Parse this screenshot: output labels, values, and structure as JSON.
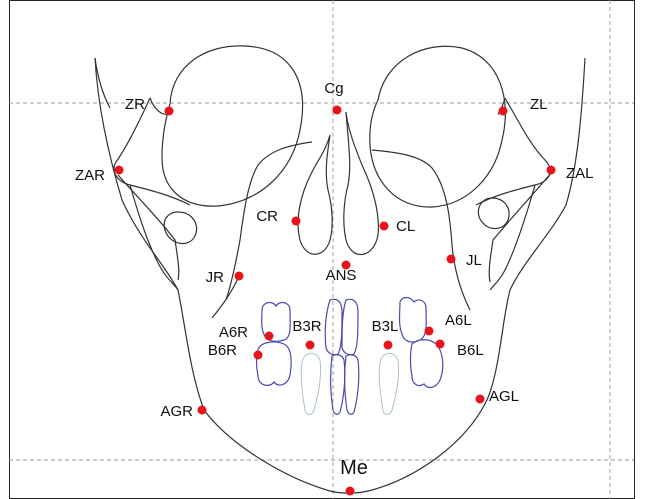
{
  "colors": {
    "landmark": "#e8141c",
    "outline": "#333333",
    "teeth": "#4a4ab0",
    "grid": "#9a9a9a"
  },
  "landmarks": {
    "Cg": "Cg",
    "ZR": "ZR",
    "ZL": "ZL",
    "ZAR": "ZAR",
    "ZAL": "ZAL",
    "CR": "CR",
    "CL": "CL",
    "ANS": "ANS",
    "JR": "JR",
    "JL": "JL",
    "A6R": "A6R",
    "B6R": "B6R",
    "B3R": "B3R",
    "B3L": "B3L",
    "A6L": "A6L",
    "B6L": "B6L",
    "AGR": "AGR",
    "AGL": "AGL",
    "Me": "Me"
  }
}
